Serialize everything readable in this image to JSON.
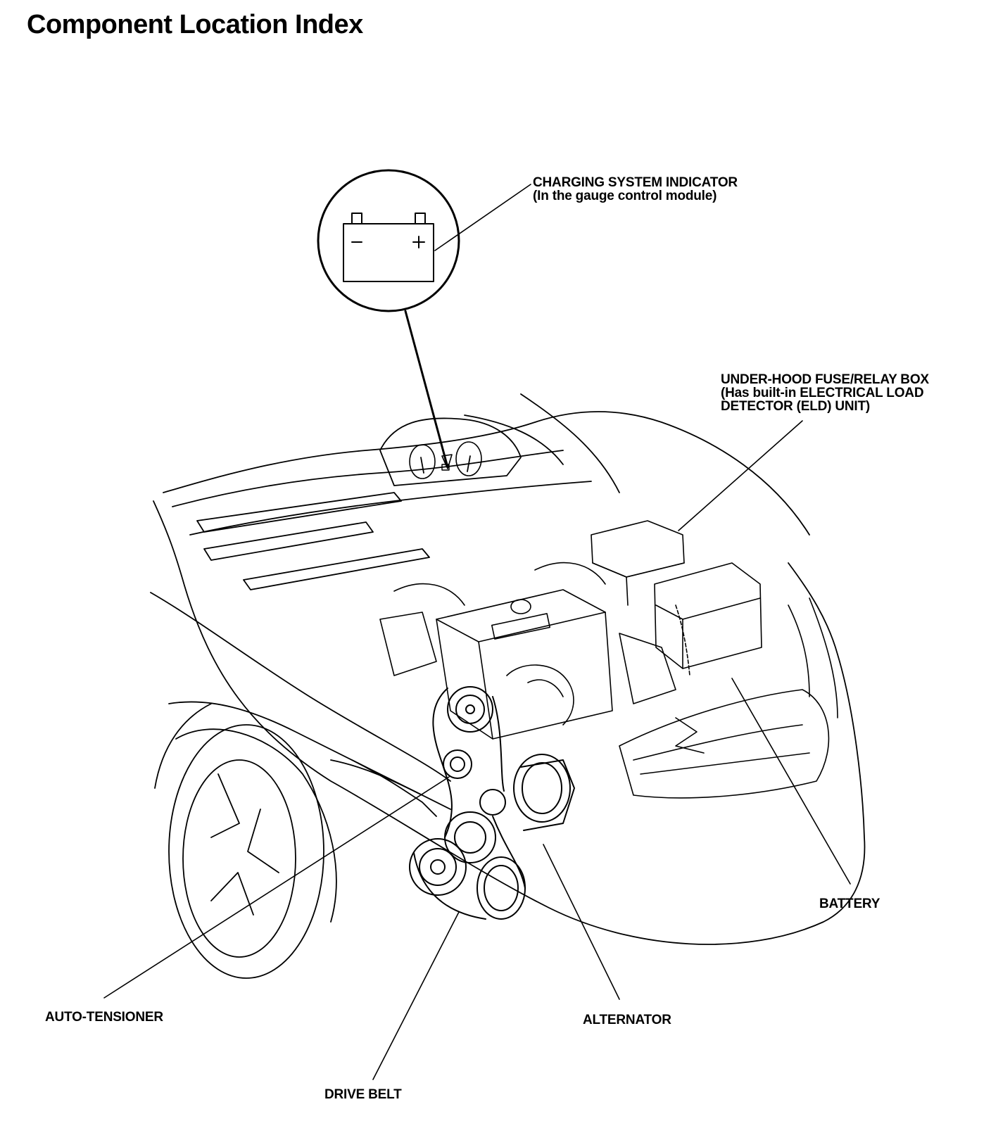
{
  "page": {
    "title": "Component Location Index"
  },
  "callouts": {
    "charging_indicator": {
      "line1": "CHARGING SYSTEM INDICATOR",
      "line2": "(In the gauge control module)"
    },
    "fuse_box": {
      "line1": "UNDER-HOOD FUSE/RELAY BOX",
      "line2": "(Has built-in ELECTRICAL LOAD",
      "line3": "DETECTOR (ELD) UNIT)"
    },
    "battery": {
      "label": "BATTERY"
    },
    "auto_tensioner": {
      "label": "AUTO-TENSIONER"
    },
    "alternator": {
      "label": "ALTERNATOR"
    },
    "drive_belt": {
      "label": "DRIVE BELT"
    }
  },
  "icons": {
    "inset": "battery-warning-icon"
  }
}
